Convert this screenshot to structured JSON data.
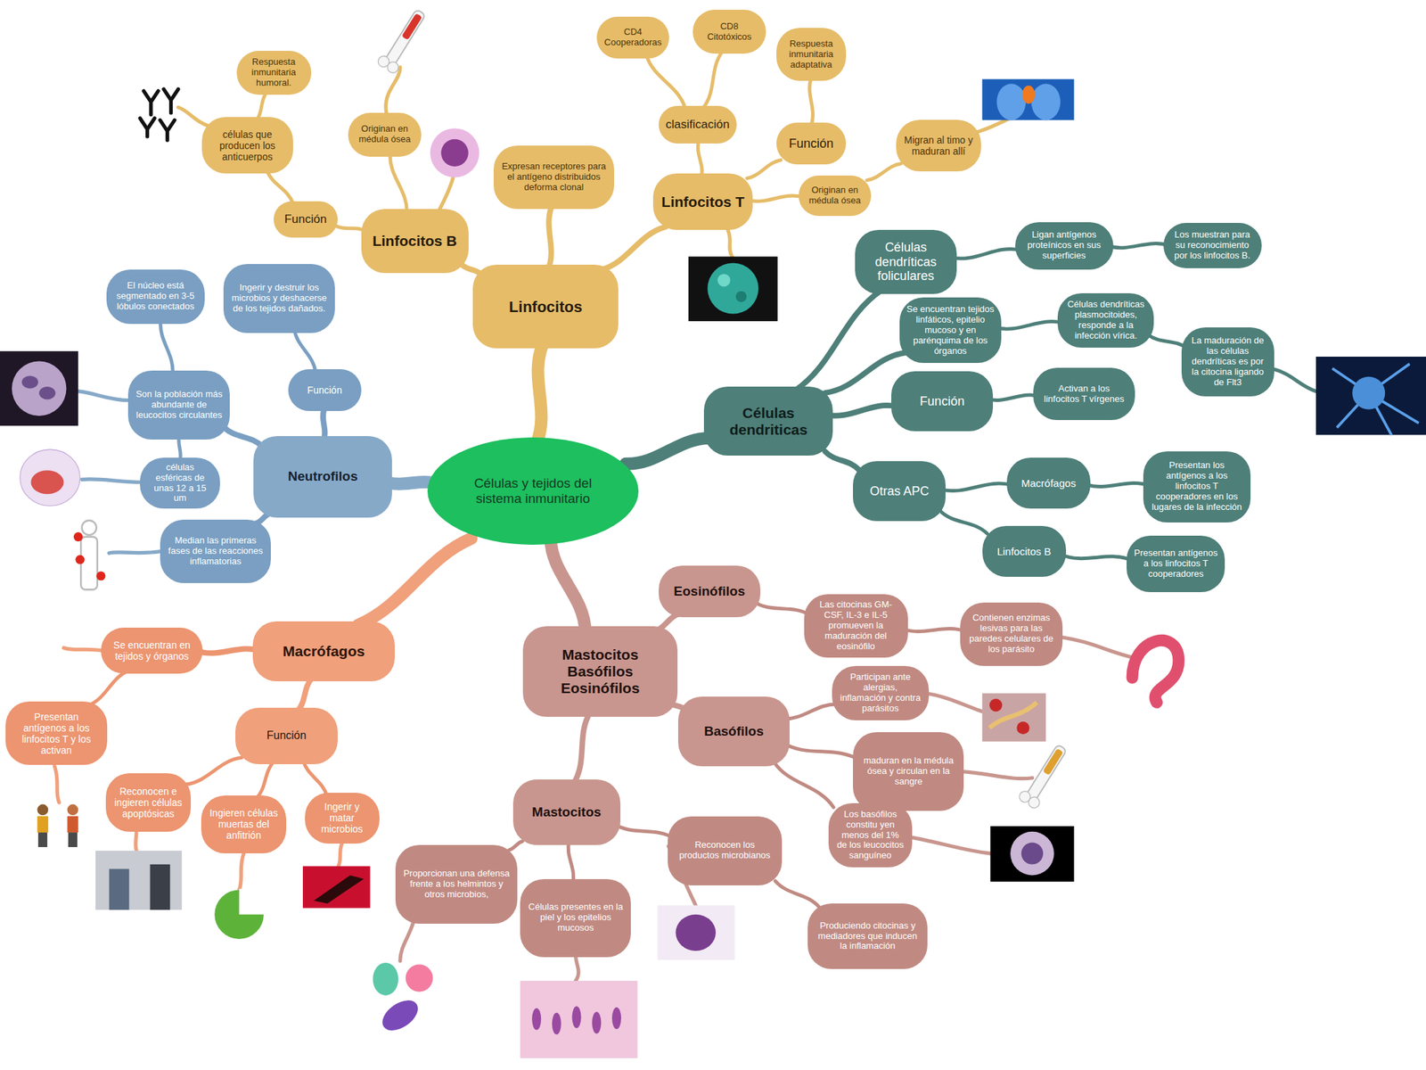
{
  "diagram": {
    "nodes": [
      {
        "text": [
          "Células y tejidos del sistema inmunitario"
        ]
      },
      {
        "text": [
          "Linfocitos"
        ]
      },
      {
        "text": [
          "Linfocitos B"
        ]
      },
      {
        "text": [
          "Función"
        ]
      },
      {
        "text": [
          "células que producen los anticuerpos"
        ]
      },
      {
        "text": [
          "Respuesta inmunitaria humoral."
        ]
      },
      {
        "text": [
          "Originan en médula ósea"
        ]
      },
      {
        "text": [
          "Expresan receptores para el antígeno distribuidos deforma clonal"
        ]
      },
      {
        "text": [
          "Linfocitos T"
        ]
      },
      {
        "text": [
          "clasificación"
        ]
      },
      {
        "text": [
          "CD4 Cooperadoras"
        ]
      },
      {
        "text": [
          "CD8 Citotóxicos"
        ]
      },
      {
        "text": [
          "Función"
        ]
      },
      {
        "text": [
          "Respuesta inmunitaria adaptativa"
        ]
      },
      {
        "text": [
          "Originan en médula ósea"
        ]
      },
      {
        "text": [
          "Migran al timo y maduran allí"
        ]
      },
      {
        "text": [
          "Células dendriticas"
        ]
      },
      {
        "text": [
          "Células dendríticas foliculares"
        ]
      },
      {
        "text": [
          "Ligan antígenos proteínicos en sus superficies"
        ]
      },
      {
        "text": [
          "Los muestran para su reconocimiento por los linfocitos B."
        ]
      },
      {
        "text": [
          "Se encuentran tejidos linfáticos, epitelio mucoso y en parénquima de los órganos"
        ]
      },
      {
        "text": [
          "Células dendríticas plasmocitoides, responde a la infección vírica."
        ]
      },
      {
        "text": [
          "La maduración de las células dendríticas es por la citocina ligando de Flt3"
        ]
      },
      {
        "text": [
          "Función"
        ]
      },
      {
        "text": [
          "Activan a los linfocitos T vírgenes"
        ]
      },
      {
        "text": [
          "Otras APC"
        ]
      },
      {
        "text": [
          "Macrófagos"
        ]
      },
      {
        "text": [
          "Presentan los antígenos a los linfocitos T cooperadores en los lugares de la infección"
        ]
      },
      {
        "text": [
          "Linfocitos B"
        ]
      },
      {
        "text": [
          "Presentan antígenos a los linfocitos T cooperadores"
        ]
      },
      {
        "text": [
          "Mastocitos Basófilos Eosinófilos"
        ]
      },
      {
        "text": [
          "Eosinófilos"
        ]
      },
      {
        "text": [
          "Las citocinas GM-CSF, IL-3 e IL-5 promueven la maduración del eosinófilo"
        ]
      },
      {
        "text": [
          "Contienen enzimas lesivas para las paredes celulares de los parásito"
        ]
      },
      {
        "text": [
          "Basófilos"
        ]
      },
      {
        "text": [
          "Participan ante alergias, inflamación y contra parásitos"
        ]
      },
      {
        "text": [
          "maduran en la médula ósea y circulan en la sangre"
        ]
      },
      {
        "text": [
          "Los basófilos constitu yen menos del 1% de los leucocitos sanguíneo"
        ]
      },
      {
        "text": [
          "Mastocitos"
        ]
      },
      {
        "text": [
          "Reconocen los productos microbianos"
        ]
      },
      {
        "text": [
          "Produciendo citocinas y mediadores que inducen la inflamación"
        ]
      },
      {
        "text": [
          "Células presentes en la piel y los epitelios mucosos"
        ]
      },
      {
        "text": [
          "Proporcionan una defensa frente a los helmintos y otros microbios,"
        ]
      },
      {
        "text": [
          "Macrófagos"
        ]
      },
      {
        "text": [
          "Se encuentran en tejidos y órganos"
        ]
      },
      {
        "text": [
          "Función"
        ]
      },
      {
        "text": [
          "Presentan antígenos a los linfocitos T y los activan"
        ]
      },
      {
        "text": [
          "Reconocen e ingieren células apoptósicas"
        ]
      },
      {
        "text": [
          "Ingieren células muertas del anfitrión"
        ]
      },
      {
        "text": [
          "Ingerir y matar microbios"
        ]
      },
      {
        "text": [
          "Neutrofilos"
        ]
      },
      {
        "text": [
          "El núcleo está segmentado en 3-5 lóbulos conectados"
        ]
      },
      {
        "text": [
          "Son la población más abundante de leucocitos circulantes"
        ]
      },
      {
        "text": [
          "células esféricas de unas 12 a 15 um"
        ]
      },
      {
        "text": [
          "Función"
        ]
      },
      {
        "text": [
          "Ingerir y destruir los microbios y deshacerse de los tejidos dañados."
        ]
      },
      {
        "text": [
          "Median las primeras fases de las reacciones inflamatorias"
        ]
      }
    ],
    "edges": [
      {
        "from": 0,
        "to": 1,
        "arrow": "none"
      },
      {
        "from": 1,
        "to": 2,
        "arrow": "none"
      },
      {
        "from": 2,
        "to": 3,
        "arrow": "none"
      },
      {
        "from": 3,
        "to": 4,
        "arrow": "none"
      },
      {
        "from": 4,
        "to": 5,
        "arrow": "none"
      },
      {
        "from": 2,
        "to": 6,
        "arrow": "none"
      },
      {
        "from": 1,
        "to": 7,
        "arrow": "none"
      },
      {
        "from": 1,
        "to": 8,
        "arrow": "none"
      },
      {
        "from": 8,
        "to": 9,
        "arrow": "none"
      },
      {
        "from": 9,
        "to": 10,
        "arrow": "none"
      },
      {
        "from": 9,
        "to": 11,
        "arrow": "none"
      },
      {
        "from": 8,
        "to": 12,
        "arrow": "none"
      },
      {
        "from": 12,
        "to": 13,
        "arrow": "none"
      },
      {
        "from": 8,
        "to": 14,
        "arrow": "none"
      },
      {
        "from": 14,
        "to": 15,
        "arrow": "none"
      },
      {
        "from": 0,
        "to": 16,
        "arrow": "none"
      },
      {
        "from": 16,
        "to": 17,
        "arrow": "none"
      },
      {
        "from": 17,
        "to": 18,
        "arrow": "none"
      },
      {
        "from": 18,
        "to": 19,
        "arrow": "none"
      },
      {
        "from": 16,
        "to": 20,
        "arrow": "none"
      },
      {
        "from": 20,
        "to": 21,
        "arrow": "none"
      },
      {
        "from": 21,
        "to": 22,
        "arrow": "none"
      },
      {
        "from": 16,
        "to": 23,
        "arrow": "none"
      },
      {
        "from": 23,
        "to": 24,
        "arrow": "none"
      },
      {
        "from": 16,
        "to": 25,
        "arrow": "none"
      },
      {
        "from": 25,
        "to": 26,
        "arrow": "none"
      },
      {
        "from": 26,
        "to": 27,
        "arrow": "none"
      },
      {
        "from": 25,
        "to": 28,
        "arrow": "none"
      },
      {
        "from": 28,
        "to": 29,
        "arrow": "none"
      },
      {
        "from": 0,
        "to": 30,
        "arrow": "none"
      },
      {
        "from": 30,
        "to": 31,
        "arrow": "none"
      },
      {
        "from": 31,
        "to": 32,
        "arrow": "none"
      },
      {
        "from": 32,
        "to": 33,
        "arrow": "none"
      },
      {
        "from": 30,
        "to": 34,
        "arrow": "none"
      },
      {
        "from": 34,
        "to": 35,
        "arrow": "none"
      },
      {
        "from": 34,
        "to": 36,
        "arrow": "none"
      },
      {
        "from": 34,
        "to": 37,
        "arrow": "none"
      },
      {
        "from": 30,
        "to": 38,
        "arrow": "none"
      },
      {
        "from": 38,
        "to": 39,
        "arrow": "none"
      },
      {
        "from": 39,
        "to": 40,
        "arrow": "none"
      },
      {
        "from": 38,
        "to": 41,
        "arrow": "none"
      },
      {
        "from": 38,
        "to": 42,
        "arrow": "none"
      },
      {
        "from": 0,
        "to": 43,
        "arrow": "none"
      },
      {
        "from": 43,
        "to": 44,
        "arrow": "none"
      },
      {
        "from": 44,
        "to": 46,
        "arrow": "none"
      },
      {
        "from": 43,
        "to": 45,
        "arrow": "none"
      },
      {
        "from": 45,
        "to": 47,
        "arrow": "none"
      },
      {
        "from": 45,
        "to": 48,
        "arrow": "none"
      },
      {
        "from": 45,
        "to": 49,
        "arrow": "none"
      },
      {
        "from": 0,
        "to": 50,
        "arrow": "none"
      },
      {
        "from": 50,
        "to": 52,
        "arrow": "none"
      },
      {
        "from": 52,
        "to": 51,
        "arrow": "none"
      },
      {
        "from": 52,
        "to": 53,
        "arrow": "none"
      },
      {
        "from": 50,
        "to": 54,
        "arrow": "none"
      },
      {
        "from": 54,
        "to": 55,
        "arrow": "none"
      },
      {
        "from": 50,
        "to": 56,
        "arrow": "none"
      }
    ]
  }
}
